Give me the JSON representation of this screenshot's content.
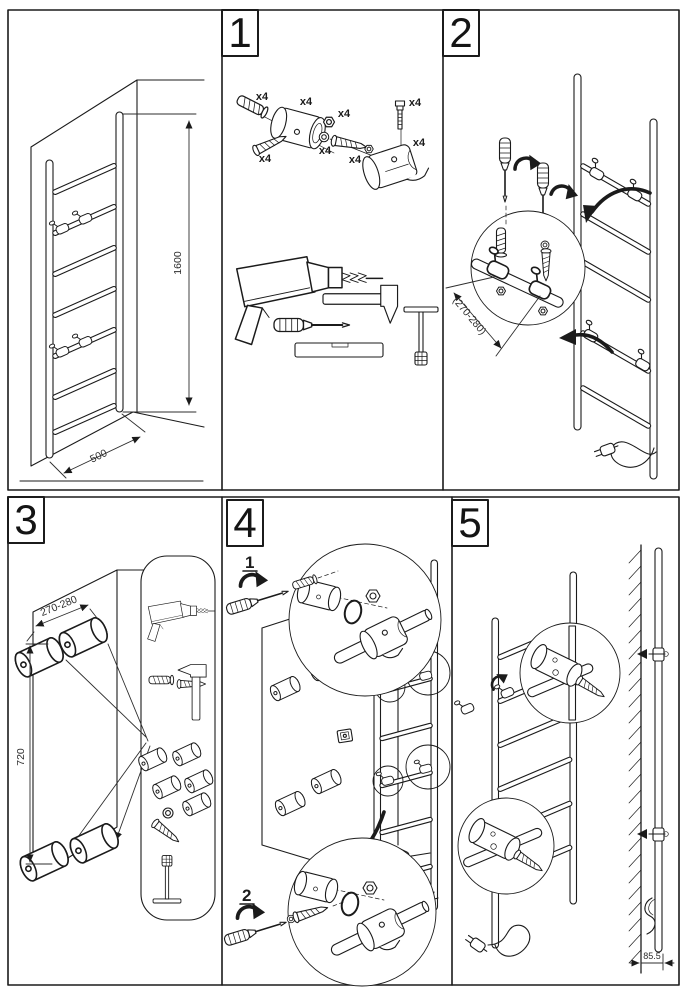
{
  "colors": {
    "line": "#1b1b1b",
    "dim_text": "#2e2e2e",
    "background": "#ffffff"
  },
  "panels": {
    "overview": {
      "height_dim": "1600",
      "width_dim": "500"
    },
    "step1": {
      "number": "1",
      "qty_label": "x4"
    },
    "step2": {
      "number": "2",
      "spacing_dim": "(270-280)"
    },
    "step3": {
      "number": "3",
      "spacing_dim": "270-280",
      "height_dim": "720"
    },
    "step4": {
      "number": "4",
      "substep1": "1",
      "substep2": "2"
    },
    "step5": {
      "number": "5",
      "wall_offset_dim": "85.5"
    }
  }
}
